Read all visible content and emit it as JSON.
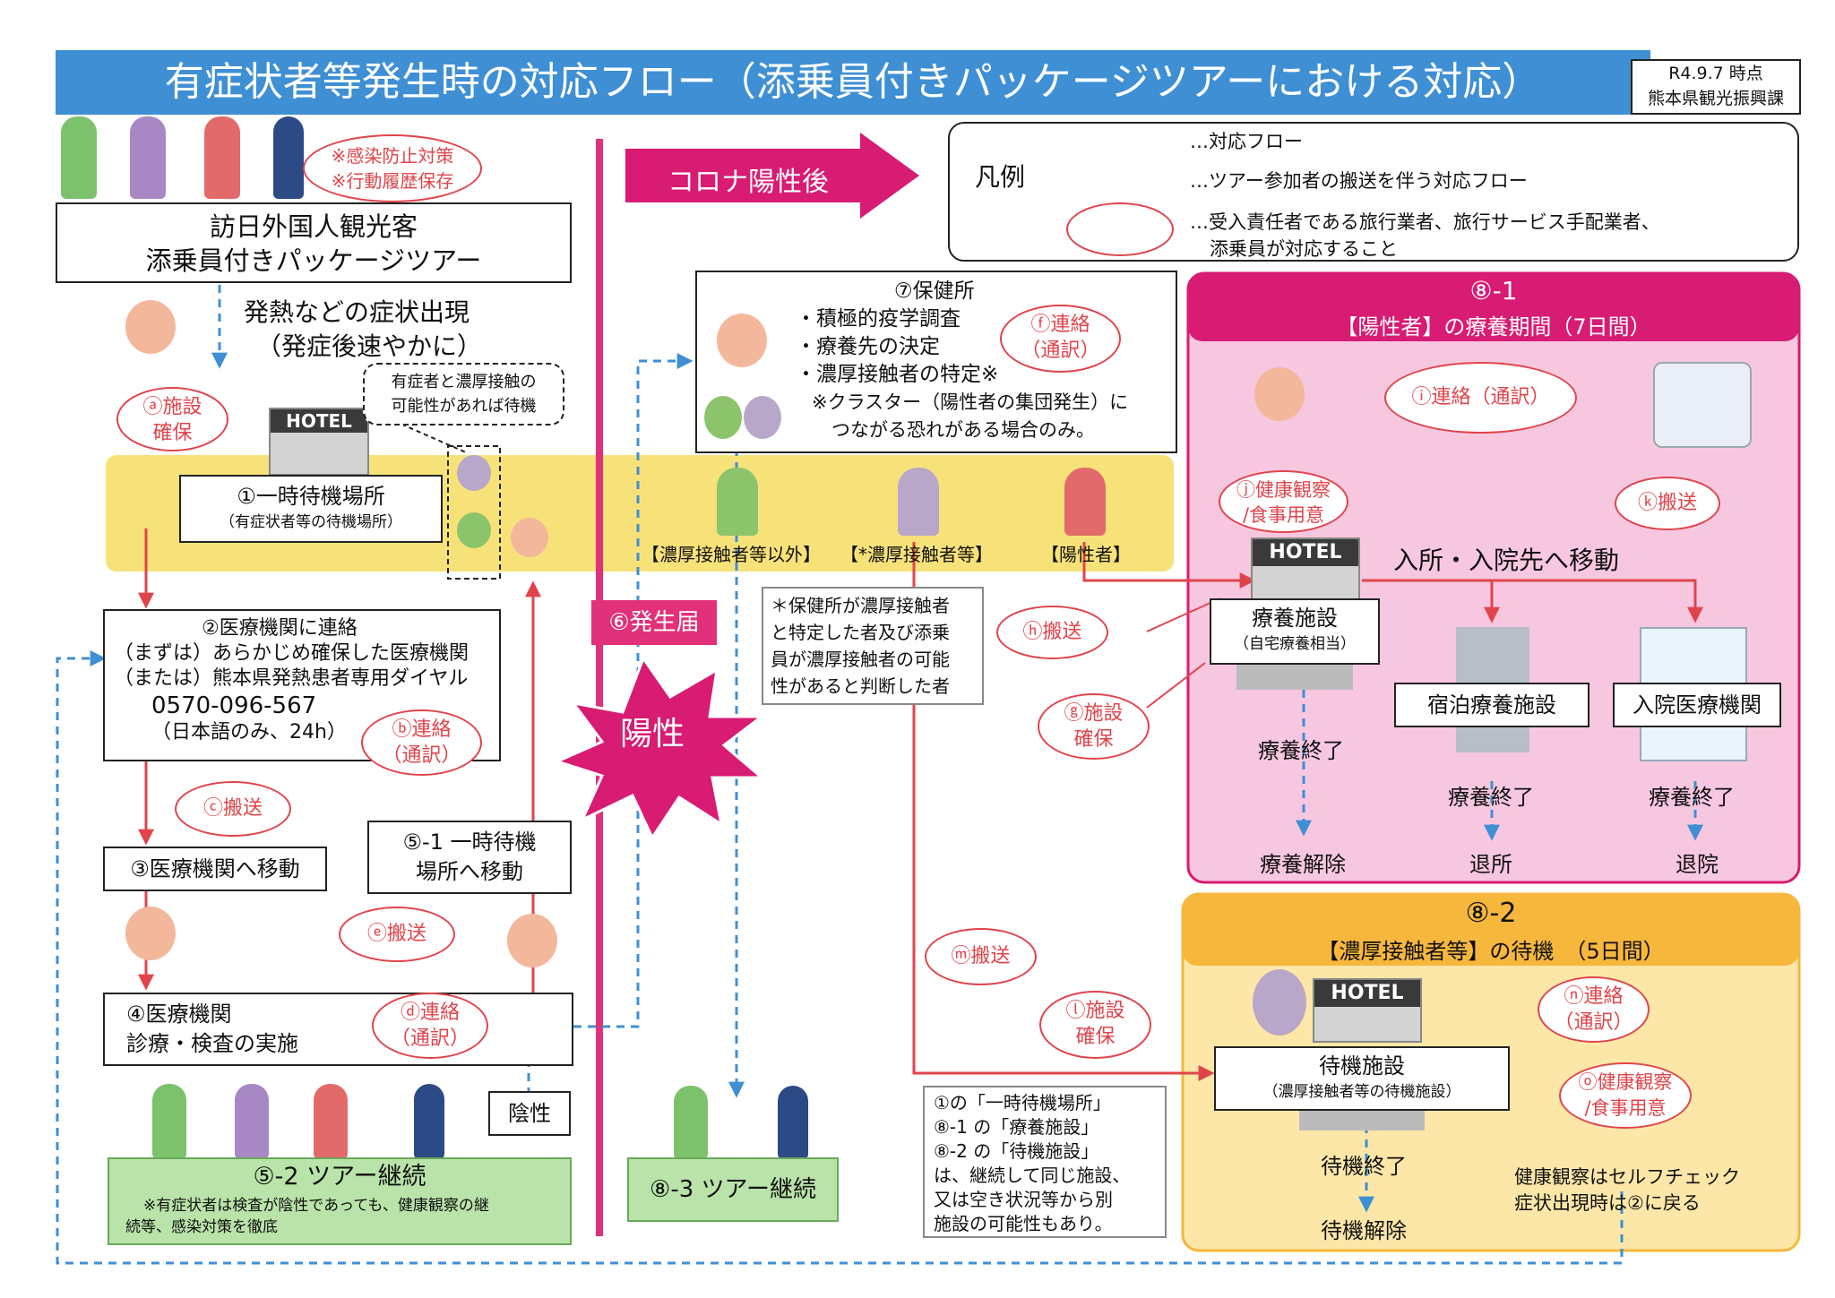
{
  "header": {
    "title": "有症状者等発生時の対応フロー（添乗員付きパッケージツアーにおける対応）",
    "date": "R4.9.7 時点",
    "org": "熊本県観光振興課"
  },
  "legend": {
    "label": "凡例",
    "dashed": "…対応フロー",
    "solid": "…ツアー参加者の搬送を伴う対応フロー",
    "guide1": "…受入責任者である旅行業者、旅行サービス手配業者、",
    "guide2": "添乗員が対応すること"
  },
  "corona_banner": "コロナ陽性後",
  "left": {
    "bubble_infection": [
      "※感染防止対策",
      "※行動履歴保存"
    ],
    "visitors": [
      "訪日外国人観光客",
      "添乗員付きパッケージツアー"
    ],
    "symptom": [
      "発熱などの症状出現",
      "（発症後速やかに）"
    ],
    "bubble_a": [
      "ⓐ施設",
      "確保"
    ],
    "callout_wait": [
      "有症者と濃厚接触の",
      "可能性があれば待機"
    ],
    "hotel": "HOTEL",
    "step1": [
      "①一時待機場所",
      "（有症状者等の待機場所）"
    ],
    "step2": [
      "②医療機関に連絡",
      "（まずは）あらかじめ確保した医療機関",
      "（または）熊本県発熱患者専用ダイヤル",
      "0570-096-567",
      "（日本語のみ、24h）"
    ],
    "bubble_b": [
      "ⓑ連絡",
      "（通訳）"
    ],
    "bubble_c": "ⓒ搬送",
    "step3": "③医療機関へ移動",
    "step5_1": [
      "⑤-1 一時待機",
      "場所へ移動"
    ],
    "bubble_e": "ⓔ搬送",
    "step4": [
      "④医療機関",
      "診療・検査の実施"
    ],
    "bubble_d": [
      "ⓓ連絡",
      "（通訳）"
    ],
    "negative": "陰性",
    "step5_2": "⑤-2 ツアー継続",
    "step5_2_note": [
      "※有症状者は検査が陰性であっても、健康観察の継",
      "続等、感染対策を徹底"
    ]
  },
  "center": {
    "report": "⑥発生届",
    "positive": "陽性",
    "health_center": [
      "⑦保健所",
      "・積極的疫学調査",
      "・療養先の決定",
      "・濃厚接触者の特定※",
      "※クラスター（陽性者の集団発生）に",
      "つながる恐れがある場合のみ。"
    ],
    "bubble_f": [
      "ⓕ連絡",
      "（通訳）"
    ],
    "group_other": "【濃厚接触者等以外】",
    "group_close": "【*濃厚接触者等】",
    "group_positive": "【陽性者】",
    "note_close": [
      "＊保健所が濃厚接触者",
      "と特定した者及び添乗",
      "員が濃厚接触者の可能",
      "性があると判断した者"
    ],
    "bubble_h": "ⓗ搬送",
    "bubble_g": [
      "ⓖ施設",
      "確保"
    ],
    "step8_3": "⑧-3 ツアー継続",
    "bubble_m": "ⓜ搬送",
    "note_same": [
      "①の「一時待機場所」",
      "⑧-1 の「療養施設」",
      "⑧-2 の「待機施設」",
      "は、継続して同じ施設、",
      "又は空き状況等から別",
      "施設の可能性もあり。"
    ]
  },
  "panel8_1": {
    "title": "⑧-1",
    "subtitle": "【陽性者】の療養期間（7日間）",
    "bubble_i": "ⓘ連絡（通訳）",
    "bubble_j": [
      "ⓙ健康観察",
      "/食事用意"
    ],
    "bubble_k": "ⓚ搬送",
    "hotel": "HOTEL",
    "move": "入所・入院先へ移動",
    "facility": [
      "療養施設",
      "（自宅療養相当）"
    ],
    "lodging": "宿泊療養施設",
    "hospital": "入院医療機関",
    "end1": "療養終了",
    "end2": "療養終了",
    "end3": "療養終了",
    "release1": "療養解除",
    "release2": "退所",
    "release3": "退院"
  },
  "panel8_2": {
    "title": "⑧-2",
    "subtitle": "【濃厚接触者等】の待機　（5日間）",
    "bubble_l": [
      "ⓛ施設",
      "確保"
    ],
    "bubble_n": [
      "ⓝ連絡",
      "（通訳）"
    ],
    "bubble_o": [
      "ⓞ健康観察",
      "/食事用意"
    ],
    "hotel": "HOTEL",
    "facility": [
      "待機施設",
      "（濃厚接触者等の待機施設）"
    ],
    "end": "待機終了",
    "release": "待機解除",
    "self_check": [
      "健康観察はセルフチェック",
      "症状出現時は②に戻る"
    ]
  },
  "colors": {
    "title_blue": "#3f8fd4",
    "accent_red": "#e0444a",
    "flow_blue": "#3f8fd4",
    "yellow_band": "#f7e27a",
    "pink_panel": "#f7c7e0",
    "pink_header": "#d81b73",
    "orange_panel": "#fde7a8",
    "orange_header": "#f6b73c",
    "green_box": "#b9e3a8",
    "magenta_bar": "#e0317a"
  }
}
